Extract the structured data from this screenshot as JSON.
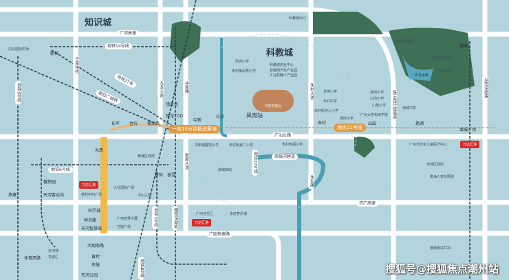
{
  "areas": {
    "knowledge_city": "知识城",
    "science_city": "科教城"
  },
  "roads": [
    "广河高速",
    "广汕公路",
    "西福河碧道",
    "济广高速",
    "广园快速路",
    "华南快线",
    "九龙大道",
    "中新路",
    "朱村大道",
    "珠三角环线高速",
    "从莞深高速",
    "新新大道",
    "朱仙路"
  ],
  "metro": {
    "line14": "地铁14号线",
    "line27": "地铁27号",
    "rail": "新白广城铁",
    "line3": "地铁3号线",
    "line21": "地铁21号线",
    "line6": "地铁6号线",
    "line7": "地铁7号线",
    "line4": "地铁4号线",
    "line27v": "地铁27号线",
    "suiguan": "穗莞深城轨"
  },
  "promo": {
    "west": "一站10分钟抵达黄埔",
    "project": "中建秀樾台",
    "project_station": "凤岗站"
  },
  "stations": [
    "新和",
    "镇龙北",
    "镇龙TOD",
    "中新",
    "坑贝",
    "长平",
    "金坑",
    "镇龙西",
    "朱村",
    "山田",
    "荔湖",
    "增城广场",
    "增城",
    "水西",
    "萝岗",
    "香雪",
    "植物园",
    "天河客运站",
    "燕塘",
    "科学城",
    "神舟路",
    "天河智慧城",
    "大观南路",
    "黄村",
    "车陂",
    "天河公园",
    "体育西路"
  ],
  "pois": [
    "白云国际机场",
    "科教城出口",
    "白水寨风景区",
    "挂绿文化公园",
    "挂绿公园",
    "百花水库",
    "龙岗小学",
    "朱村中学",
    "朱村街中心小学",
    "南岗小学",
    "山田小学",
    "丹田小学",
    "山角小学",
    "增城中学",
    "凤岗小学",
    "朱村街凤秀小学",
    "黄埔区政府",
    "大壮国际广场",
    "中山三院",
    "德利中约广场",
    "广电智慧大厦",
    "方圆广场",
    "广州合生汇",
    "永旺梦乐城",
    "增城西站",
    "广州市妇女儿童医疗中心",
    "增城区政府",
    "南海人寿总医院",
    "增城南站TOD",
    "天河城",
    "花城汇",
    "中新镇握墙小学",
    "朱村街第二小学",
    "朱村西福小学",
    "广州大学松田学院",
    "科教城商业中心",
    "智能网汽车产业园",
    "工业机器人产业园"
  ],
  "brand": {
    "badge": "万达汇港"
  },
  "watermark": "搜狐号@搜狐焦点潮州站"
}
